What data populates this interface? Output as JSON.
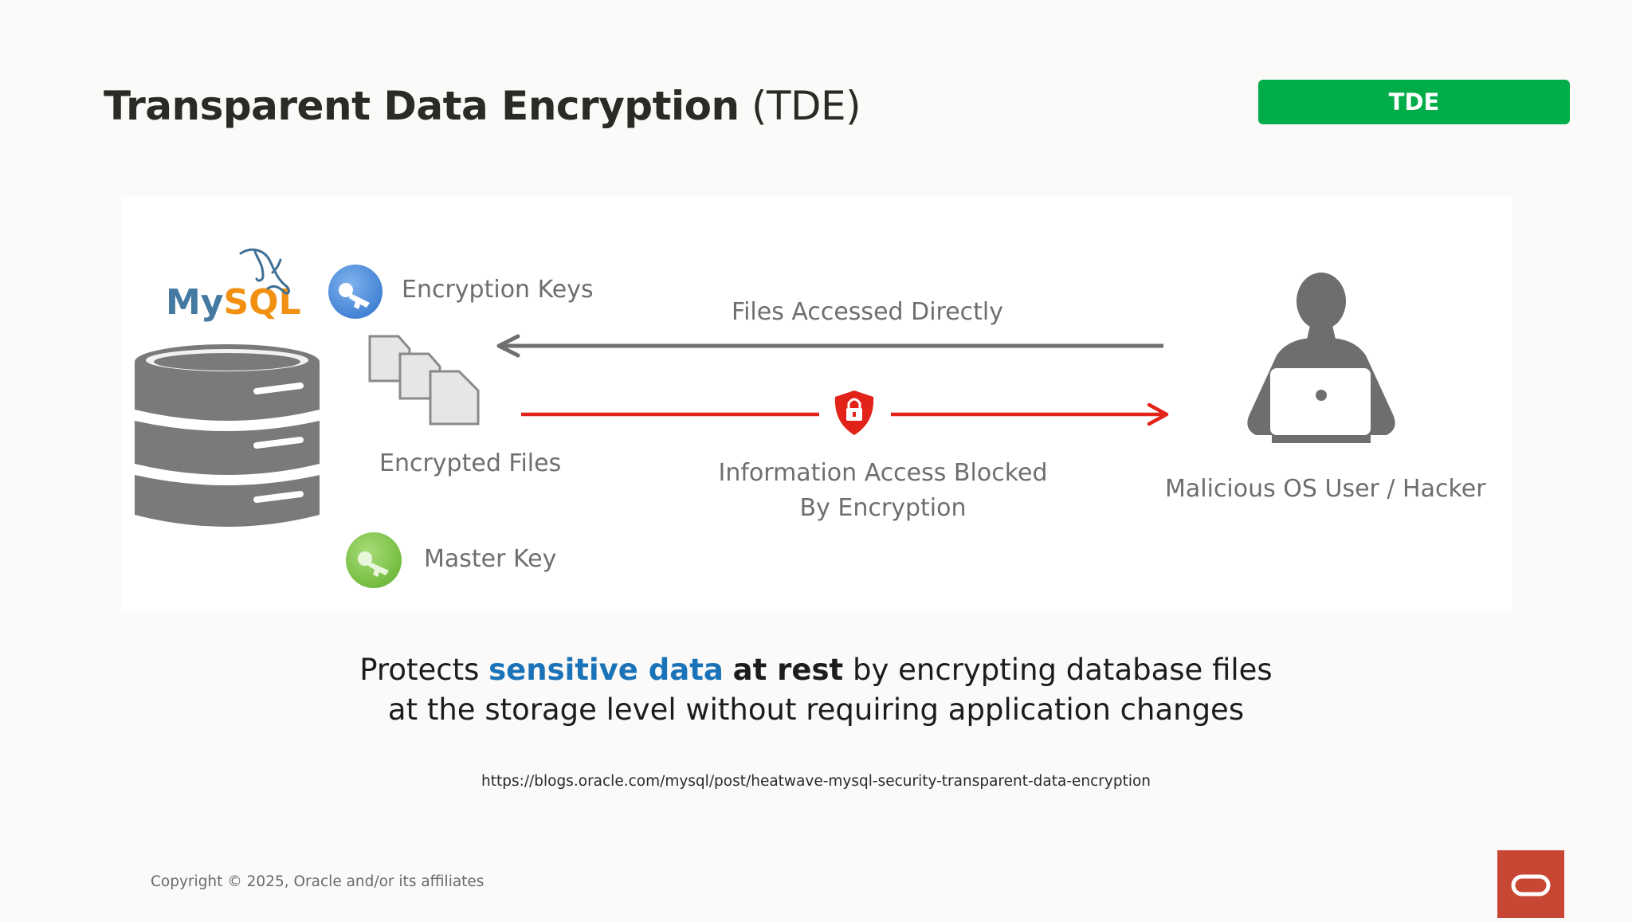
{
  "slide": {
    "title_bold": "Transparent Data Encryption",
    "title_rest": "(TDE)",
    "badge_label": "TDE"
  },
  "diagram": {
    "mysql_logo_text": "MySQL",
    "encryption_keys_label": "Encryption Keys",
    "encrypted_files_label": "Encrypted Files",
    "master_key_label": "Master Key",
    "files_accessed_label": "Files Accessed Directly",
    "blocked_label_line1": "Information Access Blocked",
    "blocked_label_line2": "By Encryption",
    "hacker_label": "Malicious OS User / Hacker",
    "colors": {
      "gray_arrow": "#6f6f6f",
      "red_arrow": "#e2231a",
      "key_blue": "#4a8fdc",
      "key_green": "#7cc242"
    }
  },
  "caption": {
    "part1": "Protects ",
    "highlight": "sensitive data",
    "part2": " ",
    "bold": "at rest",
    "part3": " by encrypting database files",
    "line2": "at the storage level without requiring application changes"
  },
  "source_url": "https://blogs.oracle.com/mysql/post/heatwave-mysql-security-transparent-data-encryption",
  "footer": {
    "copyright": "Copyright © 2025, Oracle and/or its affiliates"
  }
}
